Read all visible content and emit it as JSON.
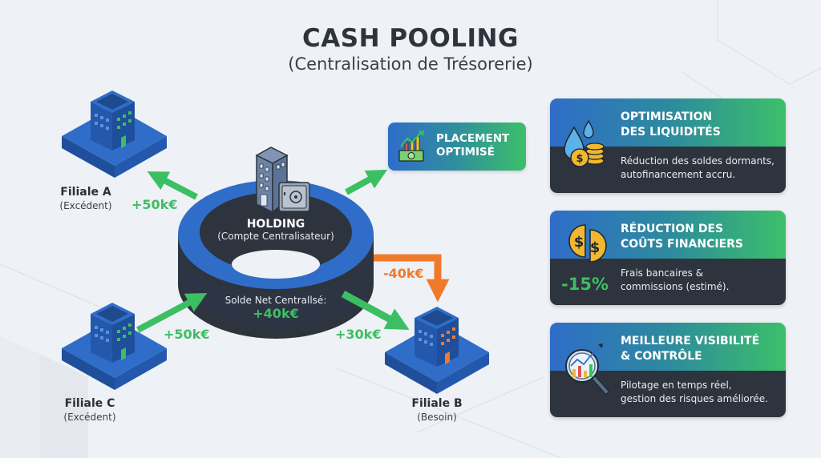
{
  "header": {
    "title": "CASH POOLING",
    "subtitle": "(Centralisation de Trésorerie)"
  },
  "colors": {
    "background": "#eef1f5",
    "building_blue": "#2f6dc9",
    "ring_dark": "#2e343d",
    "inflow_green": "#3cbf63",
    "outflow_orange": "#f07a2a",
    "card_dark": "#2e343d"
  },
  "holding": {
    "title": "HOLDING",
    "subtitle": "(Compte Centralisateur)",
    "net_label": "Solde Net Centrallsé:",
    "net_value": "+40k€",
    "icons": [
      "office-building-icon",
      "safe-icon"
    ]
  },
  "subsidiaries": [
    {
      "name": "Filiale A",
      "status": "(Excédent)",
      "flow": "+50k€",
      "flow_direction": "to-holding",
      "flow_color": "green",
      "window_accent": "#3cbf63"
    },
    {
      "name": "Filiale B",
      "status": "(Besoin)",
      "flow_in": "+30k€",
      "flow_out": "-40k€",
      "window_accent": "#f07a2a"
    },
    {
      "name": "Filiale C",
      "status": "(Excédent)",
      "flow": "+50k€",
      "flow_direction": "to-holding",
      "flow_color": "green",
      "window_accent": "#3cbf63"
    }
  ],
  "placement": {
    "label_line1": "PLACEMENT",
    "label_line2": "OPTIMISÉ",
    "icon": "money-growth-chart-icon"
  },
  "benefits": [
    {
      "title_line1": "OPTIMISATION",
      "title_line2": "DES LIQUIDITÉS",
      "desc_line1": "Réduction des soldes dormants,",
      "desc_line2": "autofinancement accru.",
      "icon": "water-drops-coins-icon"
    },
    {
      "title_line1": "RÉDUCTION DES",
      "title_line2": "COÛTS FINANCIERS",
      "desc_line1": "Frais bancaires &",
      "desc_line2": "commissions (estimé).",
      "highlight": "-15%",
      "icon": "split-coin-dollar-icon"
    },
    {
      "title_line1": "MEILLEURE VISIBILITÉ",
      "title_line2": "& CONTRÔLE",
      "desc_line1": "Pilotage en temps réel,",
      "desc_line2": "gestion des risques améliorée.",
      "icon": "magnifier-chart-icon"
    }
  ]
}
